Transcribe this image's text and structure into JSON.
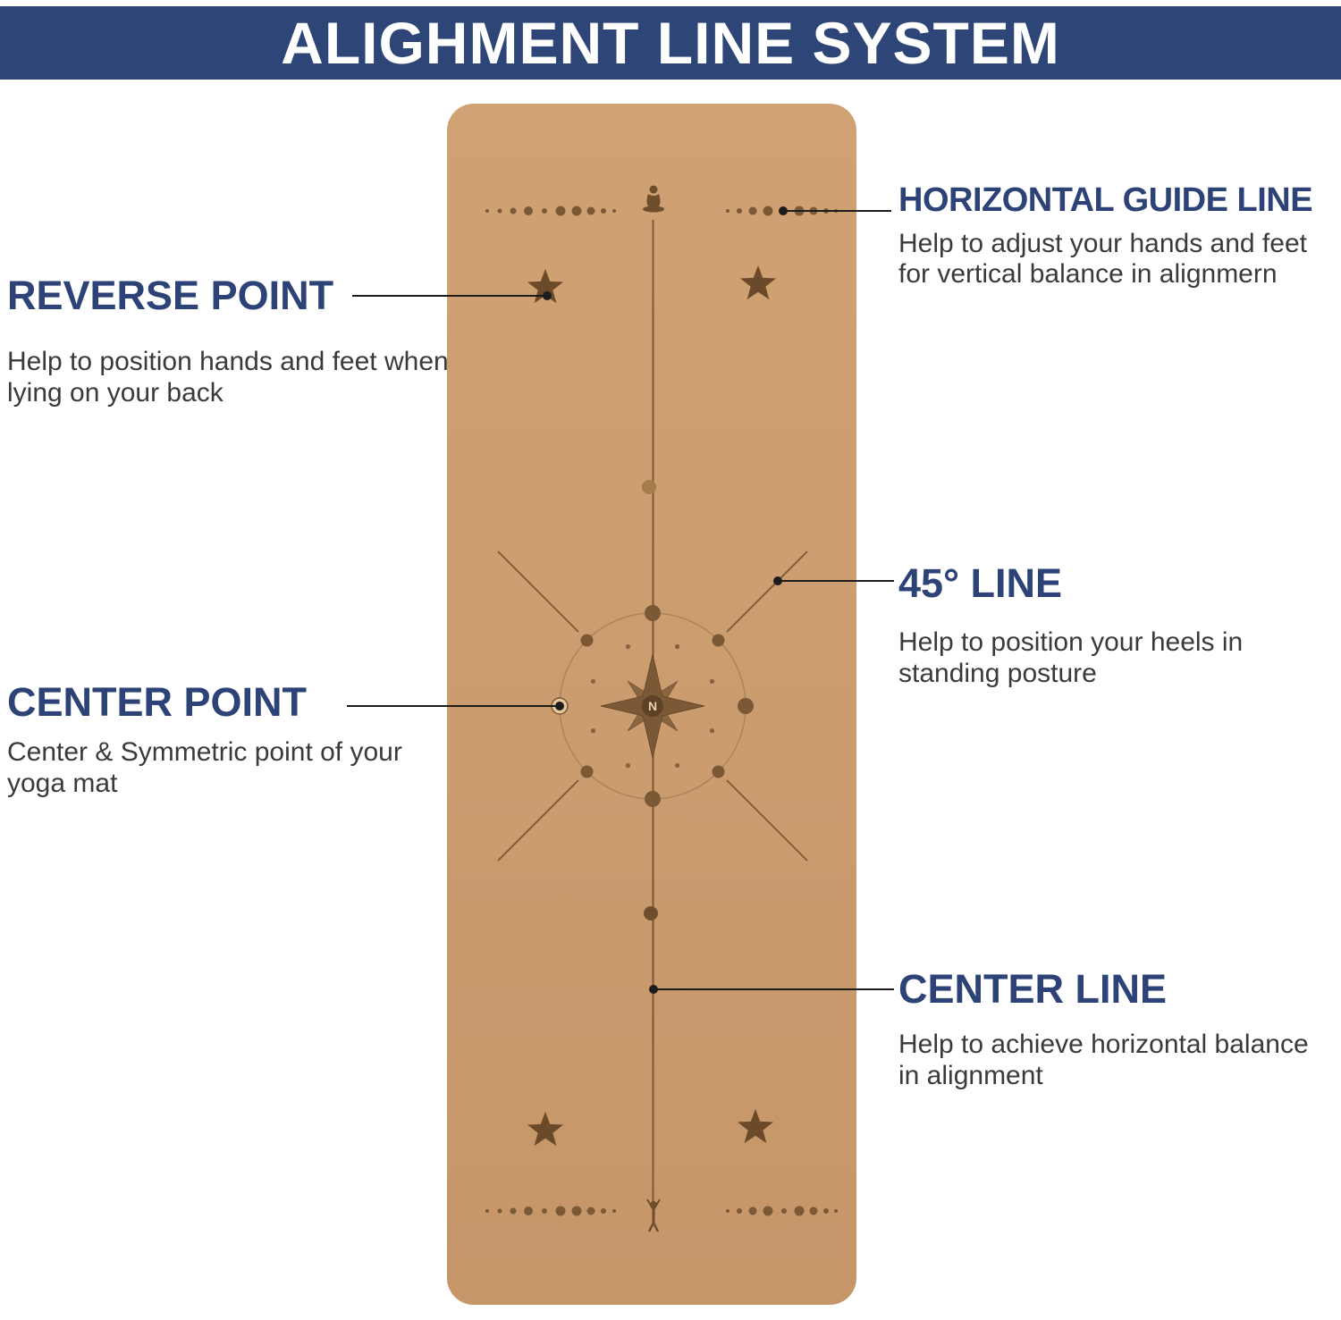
{
  "header": {
    "title": "ALIGHMENT LINE SYSTEM"
  },
  "annotations": {
    "horizontal_guide_line": {
      "title": "HORIZONTAL GUIDE LINE",
      "body": "Help to adjust your hands and feet for vertical balance in alignmern"
    },
    "reverse_point": {
      "title": "REVERSE POINT",
      "body": "Help to position hands and feet when lying on your back"
    },
    "deg45_line": {
      "title": "45° LINE",
      "body": "Help to position your heels in standing posture"
    },
    "center_point": {
      "title": "CENTER POINT",
      "body": "Center & Symmetric point of your yoga mat"
    },
    "center_line": {
      "title": "CENTER LINE",
      "body": "Help to achieve horizontal balance in alignment"
    }
  },
  "mat": {
    "surface_color": "#cb9d6f",
    "marking_color": "#7b5836",
    "logo_letter": "N"
  },
  "colors": {
    "banner_bg": "#2e4577",
    "heading_text": "#2d4377",
    "body_text": "#3a3a3a",
    "callout_line": "#1c1c1c"
  }
}
